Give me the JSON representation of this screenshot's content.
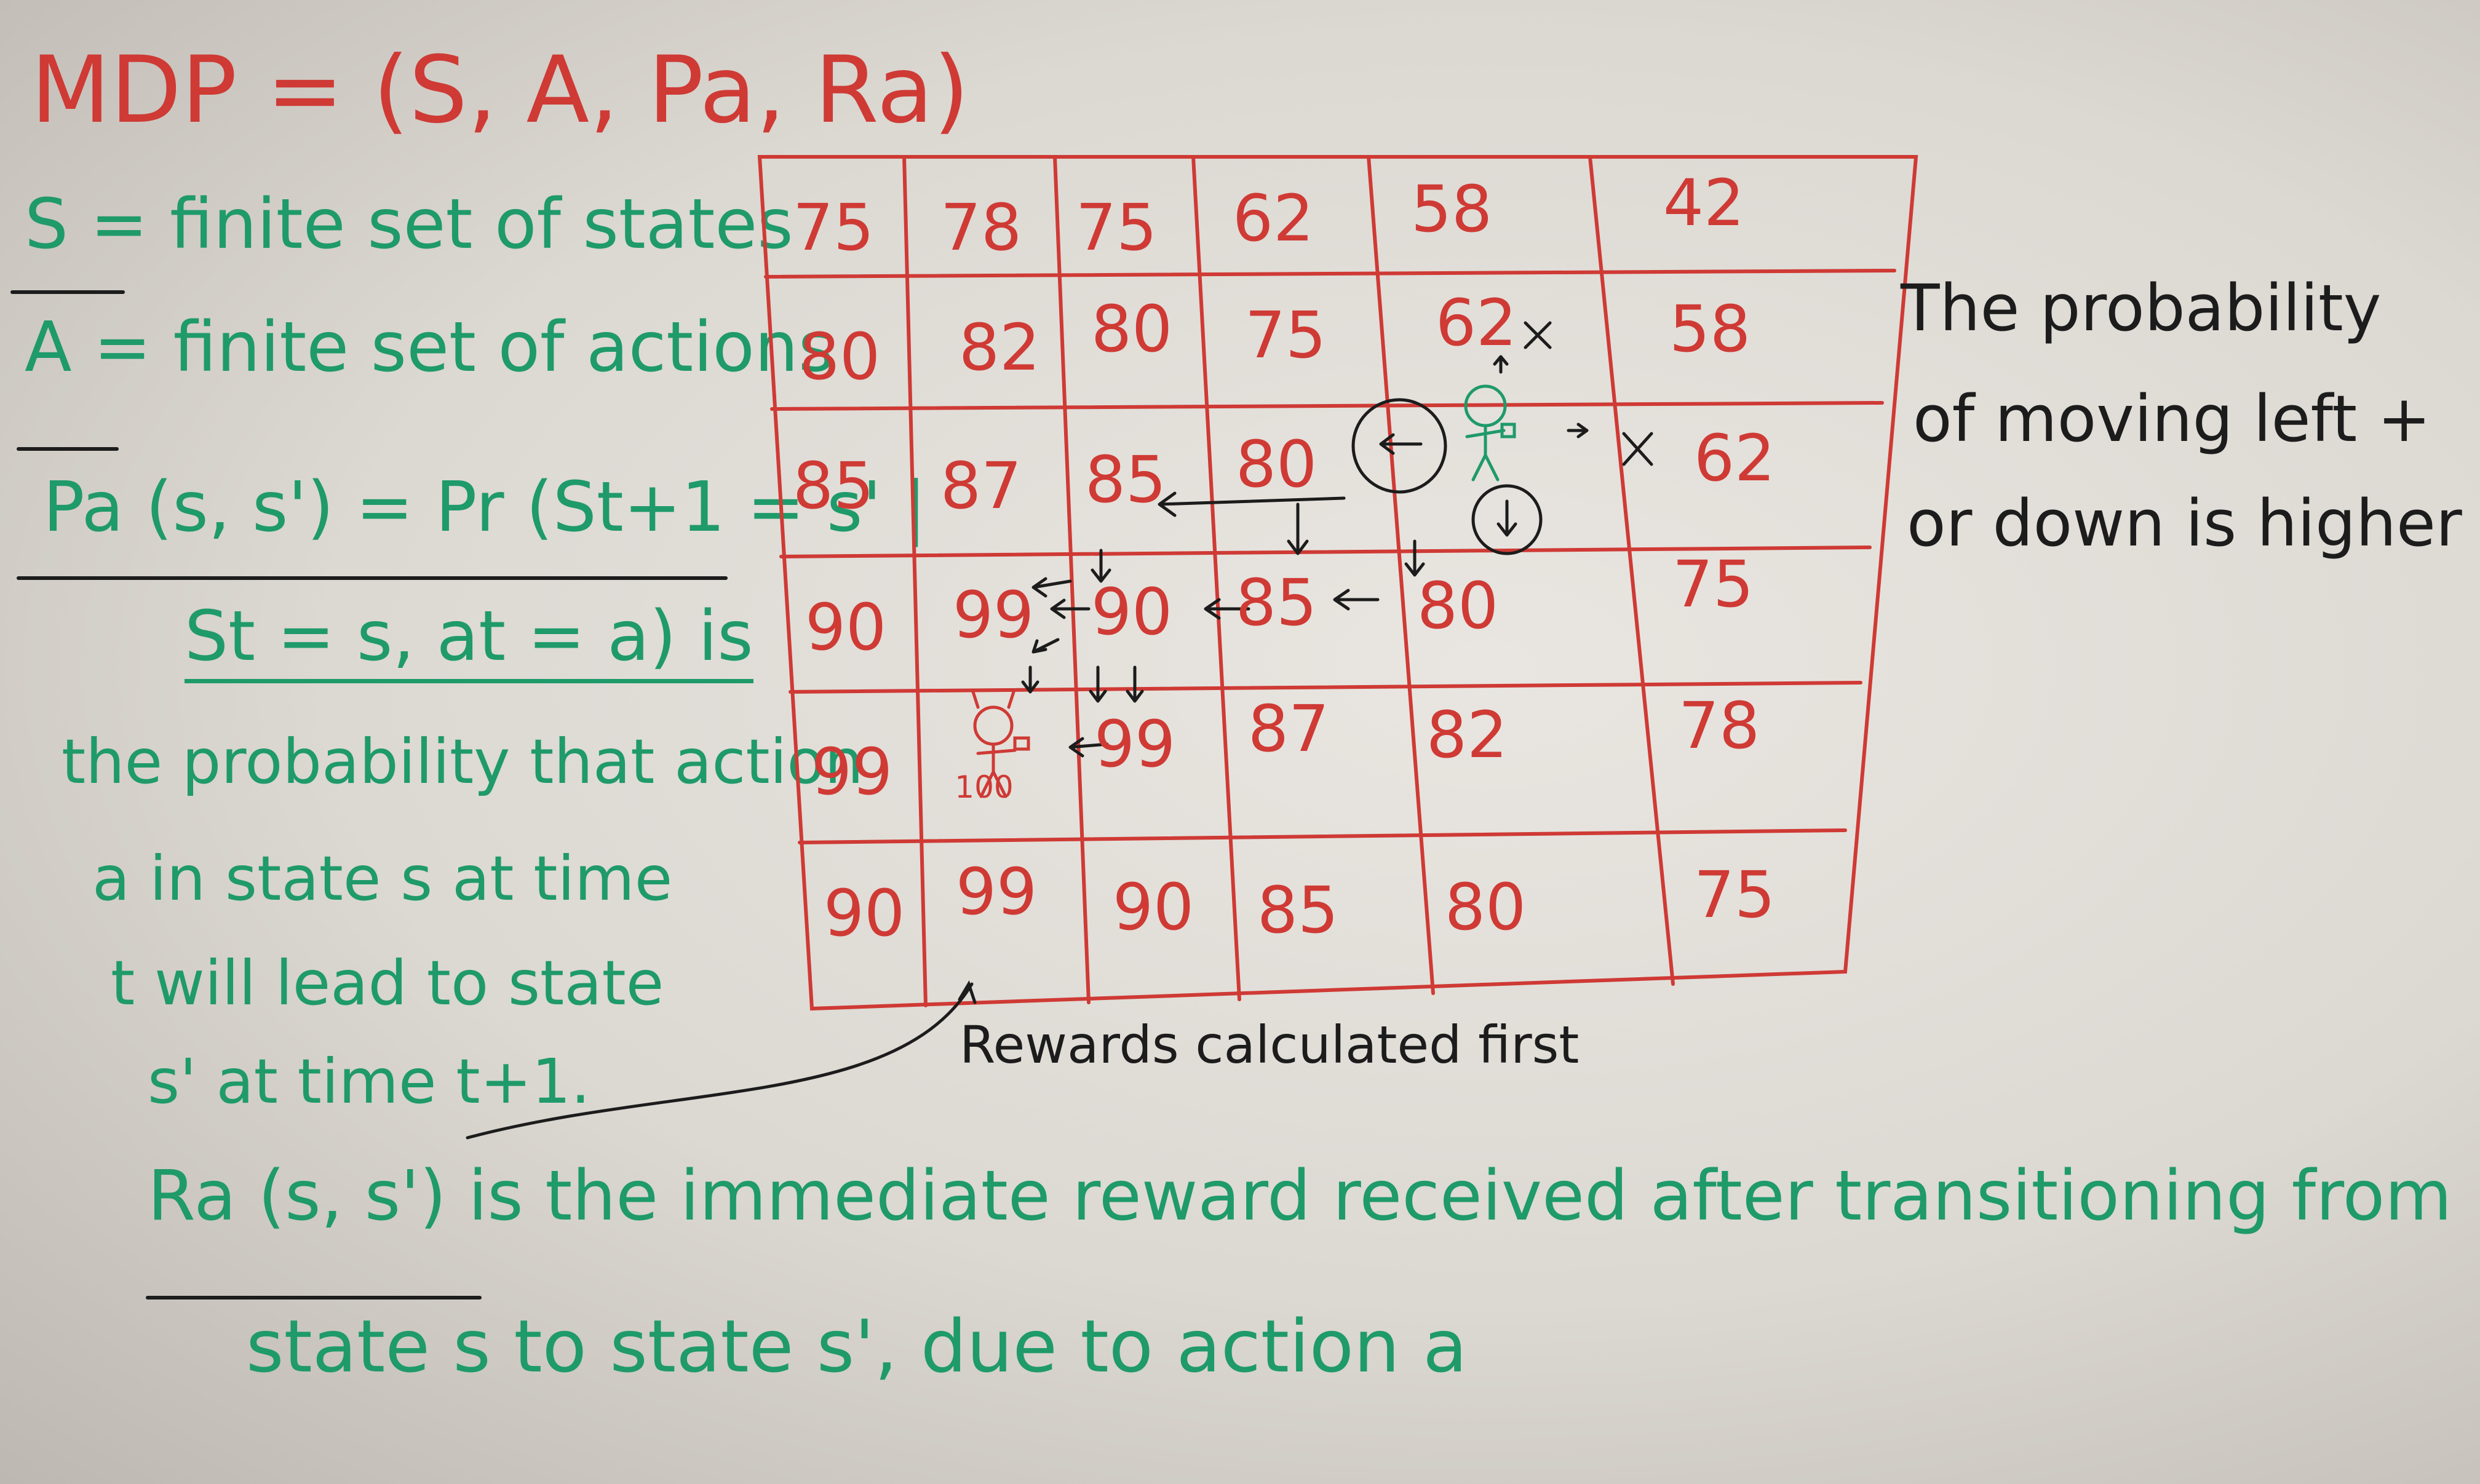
{
  "definition": {
    "title": "MDP = (S, A, Pa, Ra)",
    "states": "S = finite set of states",
    "actions": "A = finite set of actions",
    "prob_1": "Pa (s, s') = Pr (St+1 = s' |",
    "prob_2": "St = s, at = a) is",
    "prob_3": "the probability that action",
    "prob_4": "a in state s at time",
    "prob_5": "t will lead to state",
    "prob_6": "s' at time t+1."
  },
  "grid": {
    "rows": [
      [
        "75",
        "78",
        "75",
        "62",
        "58",
        "42"
      ],
      [
        "80",
        "82",
        "80",
        "75",
        "62",
        "58"
      ],
      [
        "85",
        "87",
        "85",
        "80",
        "",
        "62"
      ],
      [
        "90",
        "99",
        "90",
        "85",
        "80",
        "75"
      ],
      [
        "99",
        "",
        "99",
        "87",
        "82",
        "78"
      ],
      [
        "90",
        "99",
        "90",
        "85",
        "80",
        "75"
      ]
    ],
    "goal_reward": "100"
  },
  "note": {
    "line1": "The probability",
    "line2": "of moving left +",
    "line3": "or down is higher"
  },
  "rewards_note": "Rewards calculated first",
  "reward_def": {
    "line1": "Ra (s, s') is the immediate reward received after transitioning from",
    "line2": "state s to state s', due to action a"
  },
  "colors": {
    "red_marker": "#cf3a35",
    "green_marker": "#1f9a6a",
    "black_marker": "#1c1c1c",
    "board": "#e4e1dc"
  }
}
